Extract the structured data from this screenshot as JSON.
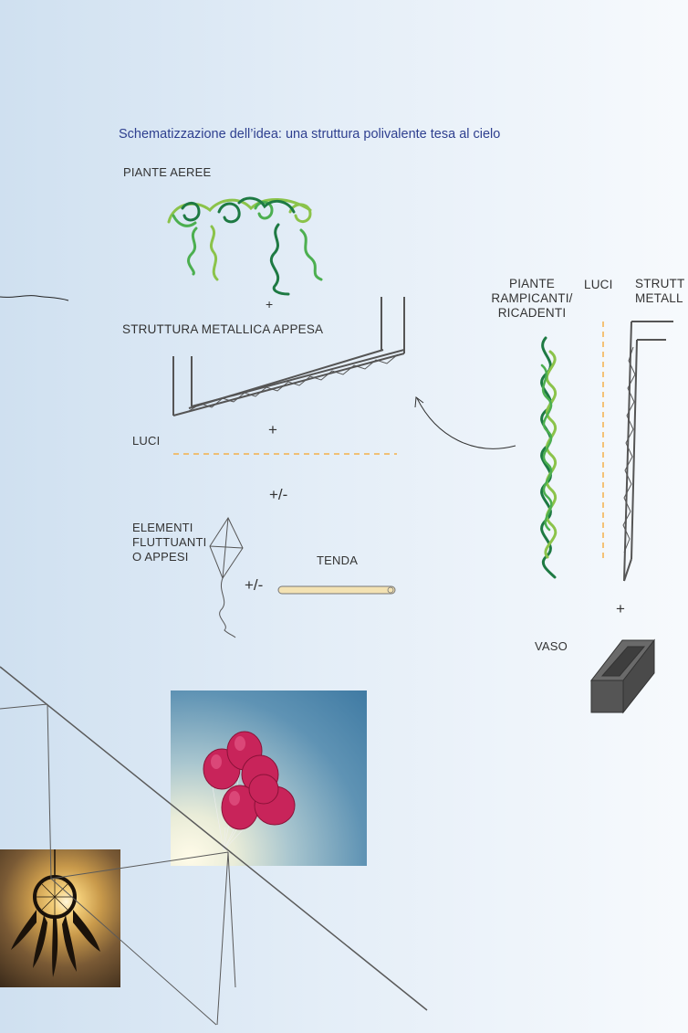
{
  "title": "Schematizzazione dell’idea: una struttura polivalente tesa al cielo",
  "labels": {
    "air_plants": "PIANTE AEREE",
    "plus_1": "+",
    "hanging_structure": "STRUTTURA METALLICA APPESA",
    "lights_left": "LUCI",
    "plus_2": "+",
    "plus_minus_1": "+/-",
    "floating_elements": [
      "ELEMENTI",
      "FLUTTUANTI",
      "O APPESI"
    ],
    "plus_minus_2": "+/-",
    "curtain": "TENDA",
    "climbing_plants": [
      "PIANTE",
      "RAMPICANTI/",
      "RICADENTI"
    ],
    "lights_right": "LUCI",
    "metal_structure_cut": [
      "STRUTT",
      "METALL"
    ],
    "plus_3": "+",
    "pot": "VASO"
  },
  "colors": {
    "title": "#2e3f8f",
    "plant_dark": "#1e7a43",
    "plant_mid": "#4caf50",
    "plant_light": "#8bc34a",
    "lights_dash": "#f4b04a",
    "structure": "#555555",
    "balloons": "#c8245a",
    "curtain": "#f3e2b3"
  },
  "icons": [
    "swirl-plant-icon",
    "truss-icon",
    "kite-icon",
    "curtain-roll-icon",
    "pot-icon",
    "arrow-icon"
  ],
  "photos": [
    "red-balloons-photo",
    "dreamcatcher-sunset-photo"
  ]
}
